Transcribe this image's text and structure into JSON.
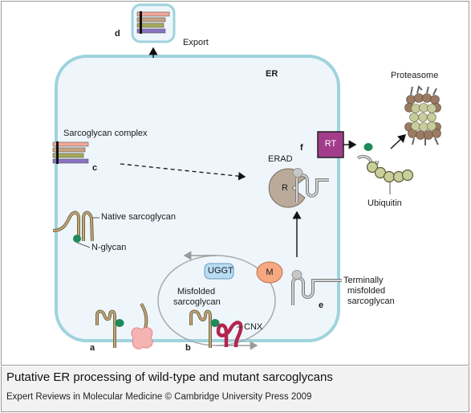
{
  "labels": {
    "er": "ER",
    "export": "Export",
    "proteasome": "Proteasome",
    "sarcoglycan_complex": "Sarcoglycan complex",
    "erad": "ERAD",
    "ubiquitin": "Ubiquitin",
    "native_sarcoglycan": "Native sarcoglycan",
    "n_glycan": "N-glycan",
    "uggt": "UGGT",
    "misfolded_sarcoglycan_line1": "Misfolded",
    "misfolded_sarcoglycan_line2": "sarcoglycan",
    "cnx": "CNX",
    "terminally_line1": "Terminally",
    "terminally_line2": "misfolded",
    "terminally_line3": "sarcoglycan",
    "r_label": "R",
    "rt_label": "RT",
    "m_label": "M"
  },
  "panel_letters": {
    "a": "a",
    "b": "b",
    "c": "c",
    "d": "d",
    "e": "e",
    "f": "f"
  },
  "caption": "Putative ER processing of wild-type and mutant sarcoglycans",
  "credit": "Expert Reviews in Molecular Medicine © Cambridge University Press 2009",
  "colors": {
    "er_fill": "#eef6fb",
    "er_border": "#9fd3dc",
    "sg_pink": "#f2a89a",
    "sg_tan": "#c8a382",
    "sg_olive": "#a8a85a",
    "sg_purple": "#8a72c4",
    "glycan_green": "#1f8a5a",
    "cnx_red": "#b3244e",
    "rt_purple": "#a33c8a",
    "m_orange": "#f5a882",
    "r_grey": "#b9aa9a",
    "ubiquitin": "#c9cf9a",
    "uggt_blue": "#b8dcf2"
  }
}
